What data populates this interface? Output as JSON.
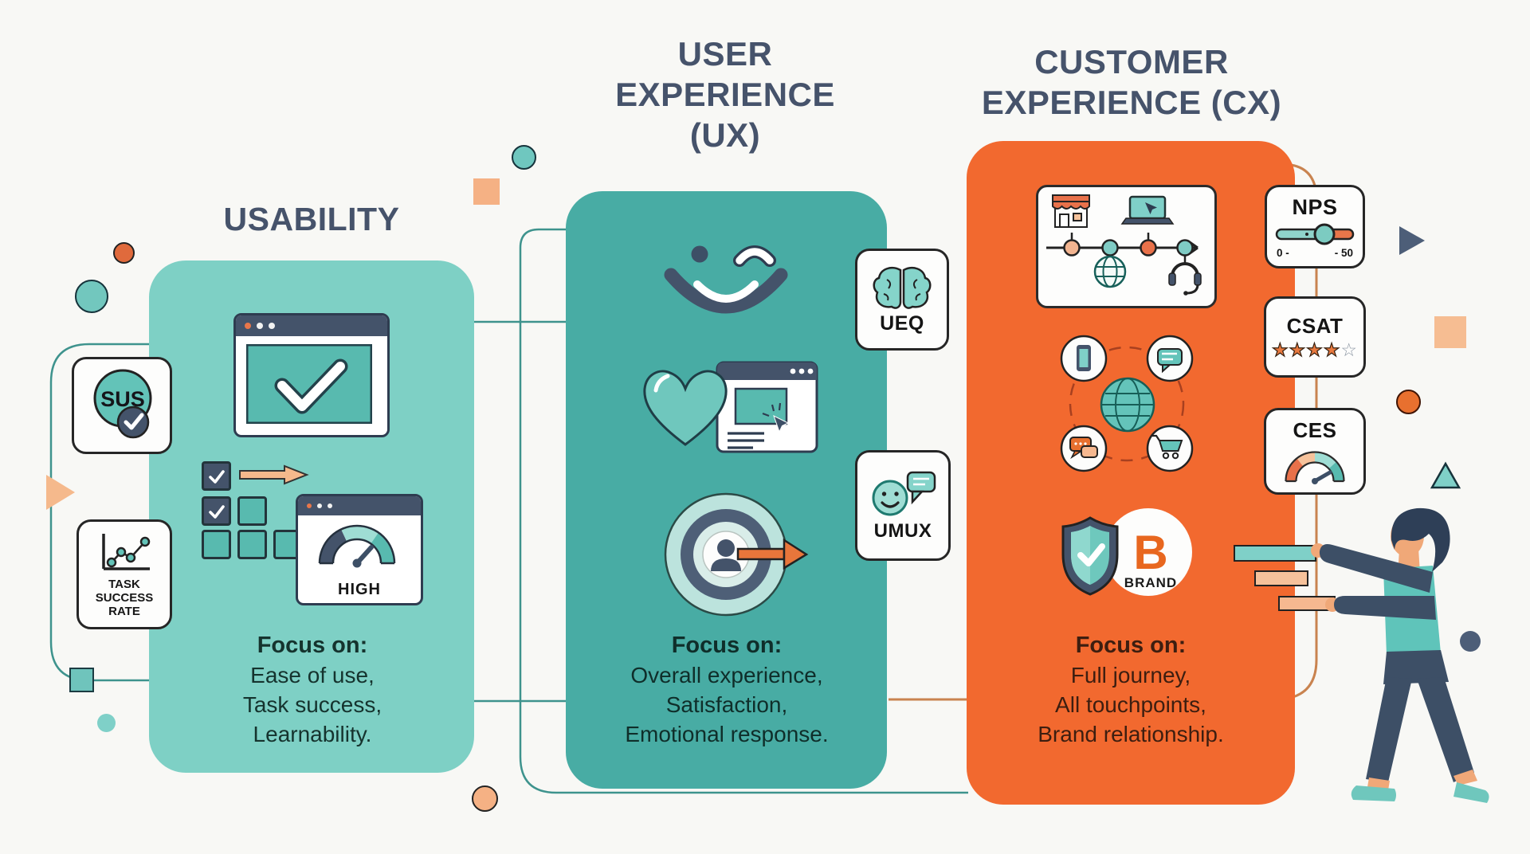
{
  "titles": {
    "usability": "USABILITY",
    "ux": [
      "USER",
      "EXPERIENCE",
      "(UX)"
    ],
    "cx": [
      "CUSTOMER",
      "EXPERIENCE (CX)"
    ]
  },
  "metric_badges": {
    "sus": "SUS",
    "task_success_rate": [
      "TASK",
      "SUCCESS",
      "RATE"
    ],
    "ueq": "UEQ",
    "umux": "UMUX",
    "nps": {
      "label": "NPS",
      "scale_min": "0 -",
      "scale_max": "- 50"
    },
    "csat": {
      "label": "CSAT",
      "stars_filled": "★★★★",
      "stars_empty": "☆"
    },
    "ces": "CES"
  },
  "usability_card": {
    "gauge_label": "HIGH",
    "focus_heading": "Focus on:",
    "focus_lines": [
      "Ease of use,",
      "Task success,",
      "Learnability."
    ]
  },
  "ux_card": {
    "focus_heading": "Focus on:",
    "focus_lines": [
      "Overall experience,",
      "Satisfaction,",
      "Emotional response."
    ]
  },
  "cx_card": {
    "brand_letter": "B",
    "brand_label": "BRAND",
    "focus_heading": "Focus on:",
    "focus_lines": [
      "Full journey,",
      "All touchpoints,",
      "Brand relationship."
    ]
  },
  "colors": {
    "background": "#F8F8F5",
    "title_text": "#46536B",
    "usability_card": "#7ED0C5",
    "ux_card": "#48ACA4",
    "cx_card": "#F2692F",
    "teal_accent": "#58BAAF",
    "orange_accent": "#E8714A",
    "peach_accent": "#F5B98C",
    "slate": "#44536A"
  }
}
